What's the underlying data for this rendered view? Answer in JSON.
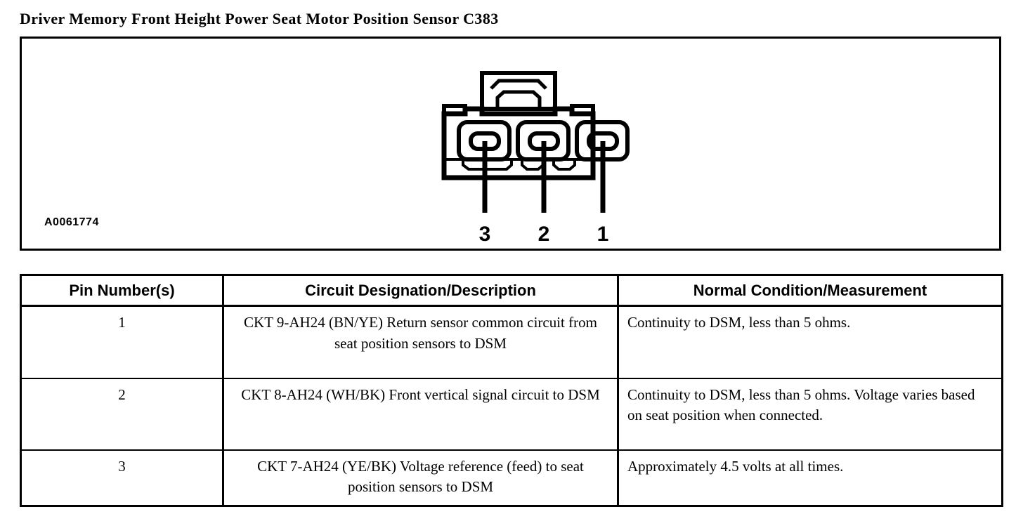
{
  "title": "Driver Memory Front Height Power Seat Motor Position Sensor C383",
  "diagram": {
    "image_id": "A0061774",
    "connector_type": "3-cavity connector face view",
    "pin_labels": [
      "3",
      "2",
      "1"
    ]
  },
  "table": {
    "headers": {
      "pin": "Pin Number(s)",
      "description": "Circuit Designation/Description",
      "measurement": "Normal Condition/Measurement"
    },
    "rows": [
      {
        "pin": "1",
        "description": "CKT 9-AH24 (BN/YE) Return sensor common circuit from seat position sensors to DSM",
        "measurement": "Continuity to DSM, less than 5 ohms."
      },
      {
        "pin": "2",
        "description": "CKT 8-AH24 (WH/BK) Front vertical signal circuit to DSM",
        "measurement": "Continuity to DSM, less than 5 ohms. Voltage varies based on seat position when connected."
      },
      {
        "pin": "3",
        "description": "CKT 7-AH24 (YE/BK) Voltage reference (feed) to seat position sensors to DSM",
        "measurement": "Approximately 4.5 volts at all times."
      }
    ]
  },
  "colors": {
    "ink": "#000000",
    "paper": "#ffffff"
  }
}
